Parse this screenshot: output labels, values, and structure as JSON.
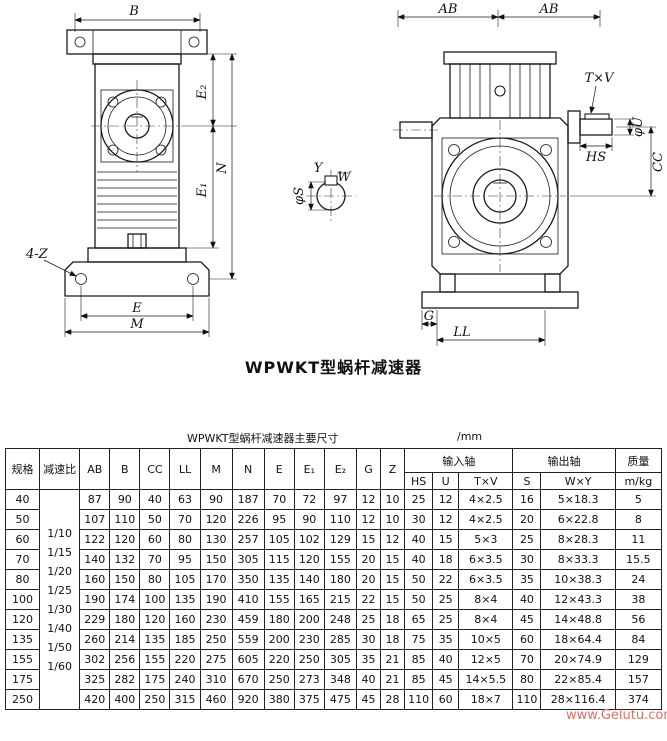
{
  "page": {
    "title": "WPWKT型蜗杆减速器",
    "watermark": "www.Gelutu.com"
  },
  "drawing": {
    "front": {
      "b": "B",
      "e2": "E₂",
      "e1": "E₁",
      "n": "N",
      "e": "E",
      "m": "M",
      "z": "4-Z"
    },
    "detail": {
      "y": "Y",
      "w": "W",
      "s": "φS"
    },
    "side": {
      "ab1": "AB",
      "ab2": "AB",
      "tv": "T×V",
      "u": "φU",
      "hs": "HS",
      "cc": "CC",
      "g": "G",
      "ll": "LL"
    }
  },
  "table": {
    "title": "WPWKT型蜗杆减速器主要尺寸",
    "unit": "/mm",
    "headers": {
      "spec": "规格",
      "ratio": "减速比",
      "dims": [
        "AB",
        "B",
        "CC",
        "LL",
        "M",
        "N",
        "E",
        "E₁",
        "E₂",
        "G",
        "Z"
      ],
      "input_shaft": "输入轴",
      "input_cols": [
        "HS",
        "U",
        "T×V"
      ],
      "output_shaft": "输出轴",
      "output_cols": [
        "S",
        "W×Y"
      ],
      "mass": "质量",
      "mass_unit": "m/kg"
    },
    "ratios": [
      "1/10",
      "1/15",
      "1/20",
      "1/25",
      "1/30",
      "1/40",
      "1/50",
      "1/60"
    ],
    "rows": [
      {
        "spec": "40",
        "values": [
          "87",
          "90",
          "40",
          "63",
          "90",
          "187",
          "70",
          "72",
          "97",
          "12",
          "10",
          "25",
          "12",
          "4×2.5",
          "16",
          "5×18.3",
          "5"
        ]
      },
      {
        "spec": "50",
        "values": [
          "107",
          "110",
          "50",
          "70",
          "120",
          "226",
          "95",
          "90",
          "110",
          "12",
          "10",
          "30",
          "12",
          "4×2.5",
          "20",
          "6×22.8",
          "8"
        ]
      },
      {
        "spec": "60",
        "values": [
          "122",
          "120",
          "60",
          "80",
          "130",
          "257",
          "105",
          "102",
          "129",
          "15",
          "12",
          "40",
          "15",
          "5×3",
          "25",
          "8×28.3",
          "11"
        ]
      },
      {
        "spec": "70",
        "values": [
          "140",
          "132",
          "70",
          "95",
          "150",
          "305",
          "115",
          "120",
          "155",
          "20",
          "15",
          "40",
          "18",
          "6×3.5",
          "30",
          "8×33.3",
          "15.5"
        ]
      },
      {
        "spec": "80",
        "values": [
          "160",
          "150",
          "80",
          "105",
          "170",
          "350",
          "135",
          "140",
          "180",
          "20",
          "15",
          "50",
          "22",
          "6×3.5",
          "35",
          "10×38.3",
          "24"
        ]
      },
      {
        "spec": "100",
        "values": [
          "190",
          "174",
          "100",
          "135",
          "190",
          "410",
          "155",
          "165",
          "215",
          "22",
          "15",
          "50",
          "25",
          "8×4",
          "40",
          "12×43.3",
          "38"
        ]
      },
      {
        "spec": "120",
        "values": [
          "229",
          "180",
          "120",
          "160",
          "230",
          "459",
          "180",
          "200",
          "248",
          "25",
          "18",
          "65",
          "25",
          "8×4",
          "45",
          "14×48.8",
          "56"
        ]
      },
      {
        "spec": "135",
        "values": [
          "260",
          "214",
          "135",
          "185",
          "250",
          "559",
          "200",
          "230",
          "285",
          "30",
          "18",
          "75",
          "35",
          "10×5",
          "60",
          "18×64.4",
          "84"
        ]
      },
      {
        "spec": "155",
        "values": [
          "302",
          "256",
          "155",
          "220",
          "275",
          "605",
          "220",
          "250",
          "305",
          "35",
          "21",
          "85",
          "40",
          "12×5",
          "70",
          "20×74.9",
          "129"
        ]
      },
      {
        "spec": "175",
        "values": [
          "325",
          "282",
          "175",
          "240",
          "310",
          "670",
          "250",
          "273",
          "348",
          "40",
          "21",
          "85",
          "45",
          "14×5.5",
          "80",
          "22×85.4",
          "157"
        ]
      },
      {
        "spec": "250",
        "values": [
          "420",
          "400",
          "250",
          "315",
          "460",
          "920",
          "380",
          "375",
          "475",
          "45",
          "28",
          "110",
          "60",
          "18×7",
          "110",
          "28×116.4",
          "374"
        ]
      }
    ]
  }
}
